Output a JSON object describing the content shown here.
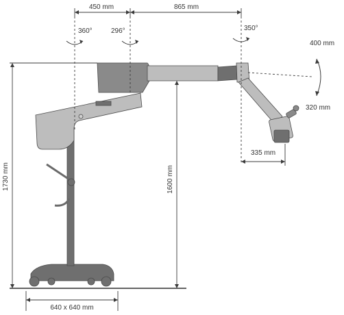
{
  "dimensions": {
    "horizontal_base_to_axis": "450 mm",
    "horizontal_axis_to_head": "865 mm",
    "rotation_column": "360°",
    "rotation_arm": "296°",
    "rotation_head": "350°",
    "vertical_up_travel": "400 mm",
    "vertical_down_travel": "320 mm",
    "head_offset": "335 mm",
    "overall_height": "1730 mm",
    "arm_height": "1600 mm",
    "base_footprint": "640 x 640 mm"
  },
  "colors": {
    "body_dark": "#6f6f6f",
    "body_light": "#bdbdbd",
    "line": "#3a3a3a"
  }
}
